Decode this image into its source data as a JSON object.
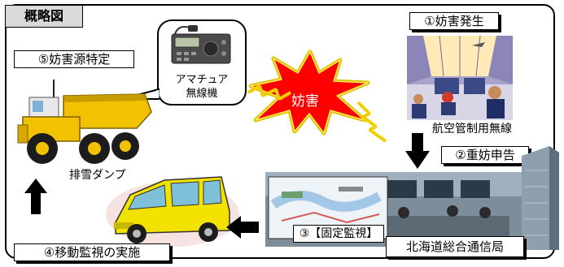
{
  "title": "概略図",
  "steps": {
    "step1": "①妨害発生",
    "step2": "②重妨申告",
    "step3": "③【固定監視】",
    "step4": "④移動監視の実施",
    "step5": "⑤妨害源特定"
  },
  "labels": {
    "radio_line1": "アマチュア",
    "radio_line2": "無線機",
    "interference": "妨害",
    "atc_radio": "航空管制用無線",
    "dump_truck": "排雪ダンプ",
    "bureau": "北海道総合通信局"
  }
}
